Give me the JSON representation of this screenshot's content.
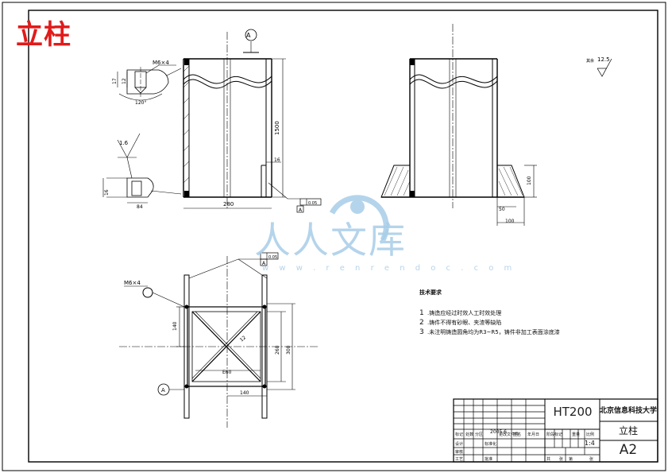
{
  "drawing": {
    "title": "立柱",
    "roughness_symbol": "其余",
    "roughness_value": "12.5",
    "technical_requirements": {
      "title": "技术要求",
      "items": [
        {
          "num": "1",
          "text": "铸造应经过时效人工时效处理"
        },
        {
          "num": "2",
          "text": "铸件不得有砂眼、夹渣等缺陷"
        },
        {
          "num": "3",
          "text": "未注明铸造圆角均为R3~R5，铸件非加工表面涂底漆"
        }
      ]
    }
  },
  "annotations": {
    "datum_a": "A",
    "thread_label_top": "M6×4",
    "thread_label_bottom": "M6×4",
    "dim_12": "12",
    "dim_17": "17",
    "angle_120": "120°",
    "dim_16_a": "1.6",
    "dim_16_b": "16",
    "dim_84": "84",
    "dim_1500": "1500",
    "dim_280": "280",
    "dim_50": "50",
    "dim_100_h": "100",
    "dim_100_v": "100",
    "dim_140_v": "140",
    "dim_140_h": "140",
    "dim_260": "260",
    "dim_300": "300",
    "dim_e60": "E60",
    "dim_12_diag": "12",
    "tol_parallel": "0.05",
    "tol_perp": "0.05"
  },
  "watermark": {
    "text": "人人文库",
    "url": "w w w . r e n r e n d o c . c o m"
  },
  "title_block": {
    "material": "HT200",
    "school": "北京信息科技大学",
    "part_name": "立柱",
    "sheet_size": "A2",
    "scale": "1:4",
    "date": "2005.6",
    "labels": [
      "标记",
      "处数",
      "分区",
      "更改文件号",
      "签名",
      "年月日",
      "设计",
      "标准化",
      "审核",
      "工艺",
      "批准",
      "阶段标记",
      "重量",
      "比例",
      "共",
      "张",
      "第",
      "张"
    ]
  }
}
